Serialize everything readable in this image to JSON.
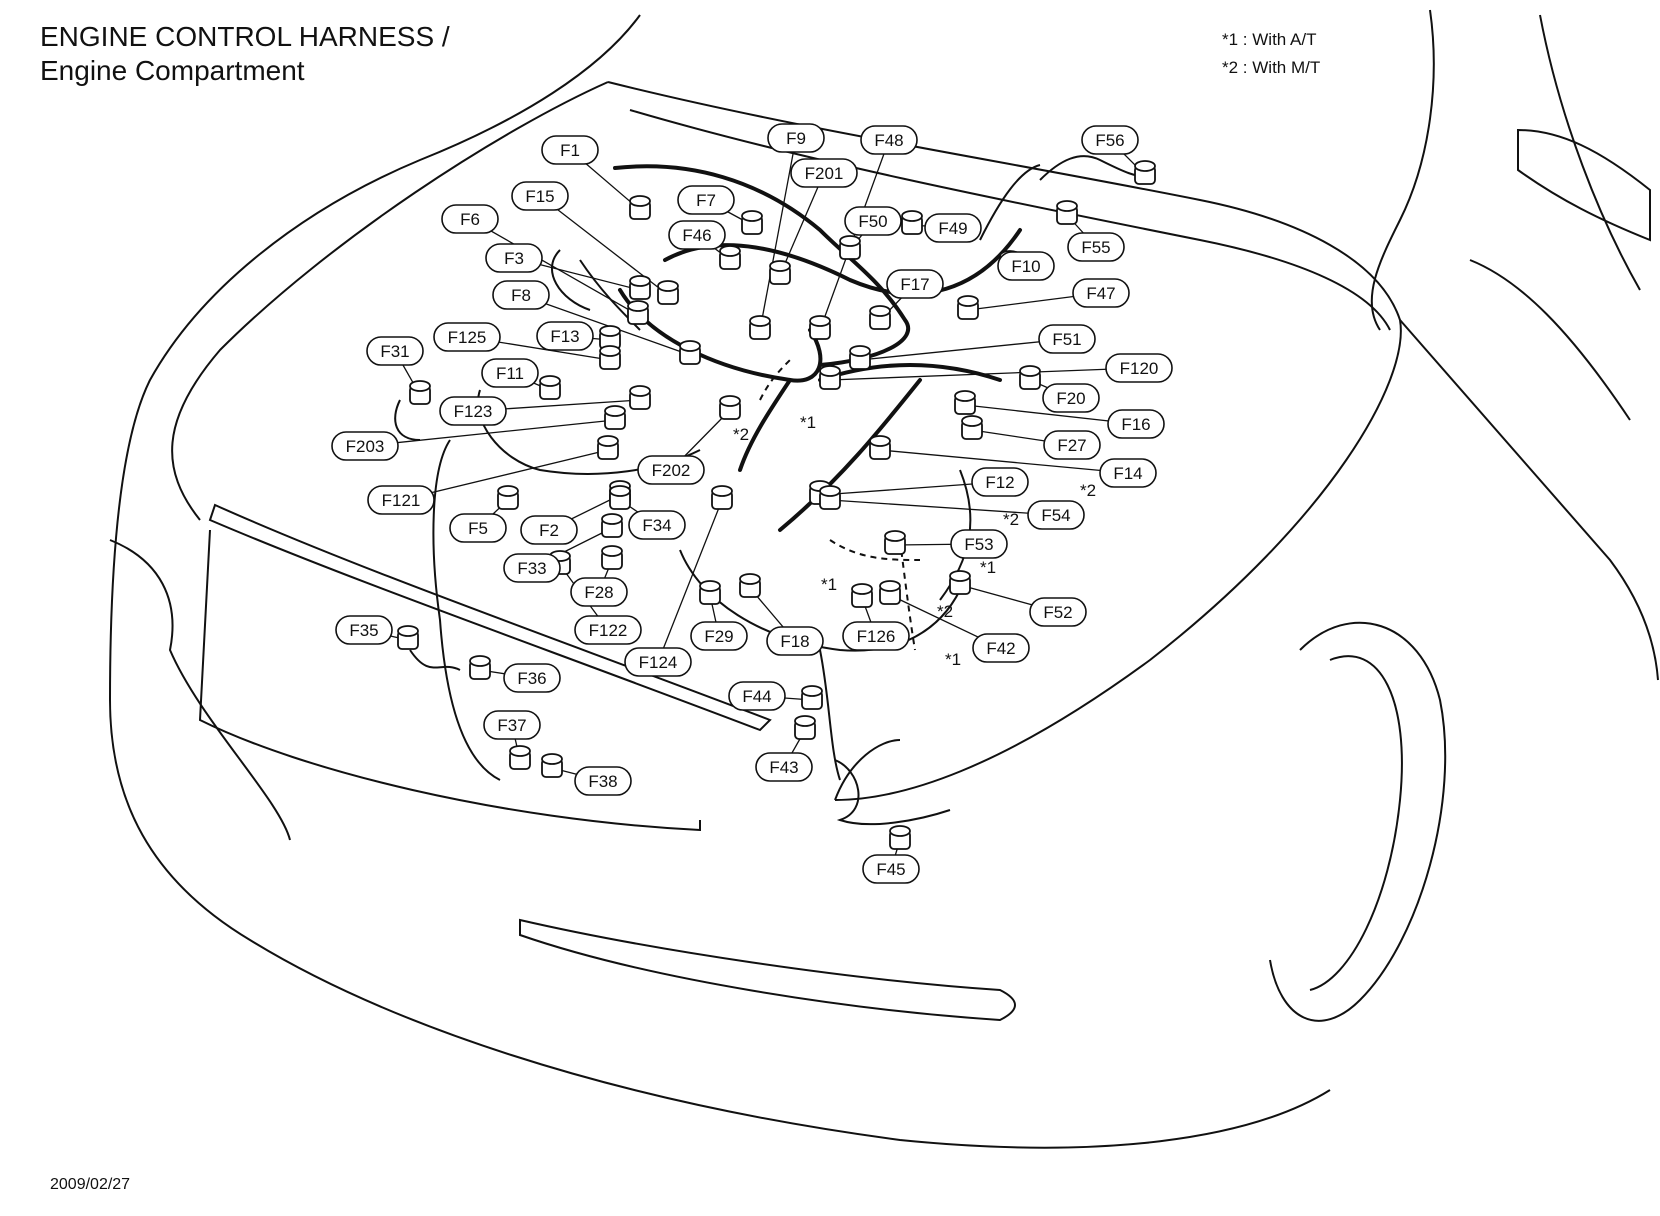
{
  "title": {
    "line1": "ENGINE CONTROL HARNESS /",
    "line2": "Engine Compartment"
  },
  "notes": [
    {
      "mark": "*1",
      "text": "With A/T"
    },
    {
      "mark": "*2",
      "text": "With M/T"
    }
  ],
  "date": "2009/02/27",
  "connectors": [
    "F1",
    "F9",
    "F48",
    "F56",
    "F15",
    "F7",
    "F201",
    "F6",
    "F46",
    "F50",
    "F49",
    "F55",
    "F3",
    "F17",
    "F10",
    "F47",
    "F8",
    "F13",
    "F125",
    "F51",
    "F31",
    "F11",
    "F120",
    "F123",
    "F20",
    "F16",
    "F203",
    "F27",
    "F202",
    "F14",
    "F12",
    "F121",
    "F54",
    "F5",
    "F2",
    "F34",
    "F53",
    "F33",
    "F52",
    "F28",
    "F18",
    "F29",
    "F126",
    "F42",
    "F35",
    "F122",
    "F124",
    "F36",
    "F44",
    "F37",
    "F43",
    "F38",
    "F45"
  ],
  "star_marks": [
    "*1",
    "*2",
    "*2",
    "*2",
    "*1",
    "*1",
    "*2",
    "*1"
  ],
  "colors": {
    "line": "#111111",
    "background": "#ffffff"
  }
}
